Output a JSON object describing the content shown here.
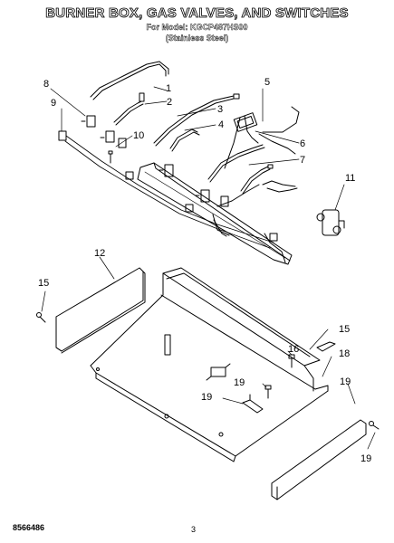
{
  "header": {
    "title": "BURNER BOX, GAS VALVES, AND SWITCHES",
    "model_line": "For Model: KGCP487HS00",
    "finish_line": "(Stainless Steel)"
  },
  "footer": {
    "doc_number": "8566486",
    "page_number": "3"
  },
  "callouts": [
    "1",
    "2",
    "3",
    "4",
    "5",
    "6",
    "7",
    "8",
    "9",
    "10",
    "11",
    "12",
    "15",
    "15",
    "16",
    "18",
    "19",
    "19",
    "19",
    "19"
  ]
}
